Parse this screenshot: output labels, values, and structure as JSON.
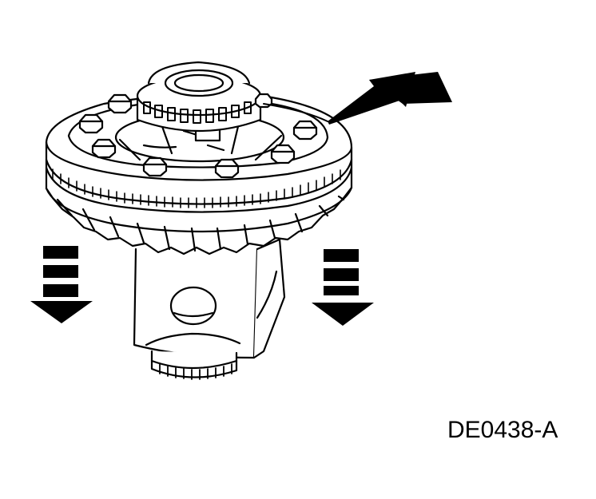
{
  "figure": {
    "id_label": "DE0438-A",
    "ink_color": "#000000",
    "paper_color": "#ffffff",
    "arrows": [
      {
        "name": "push-arrow",
        "icon": "double-arrow-icon",
        "direction": "down-left"
      },
      {
        "name": "left-down-arrow",
        "icon": "dashed-down-arrow-icon",
        "direction": "down"
      },
      {
        "name": "right-down-arrow",
        "icon": "dashed-down-arrow-icon",
        "direction": "down"
      }
    ]
  }
}
